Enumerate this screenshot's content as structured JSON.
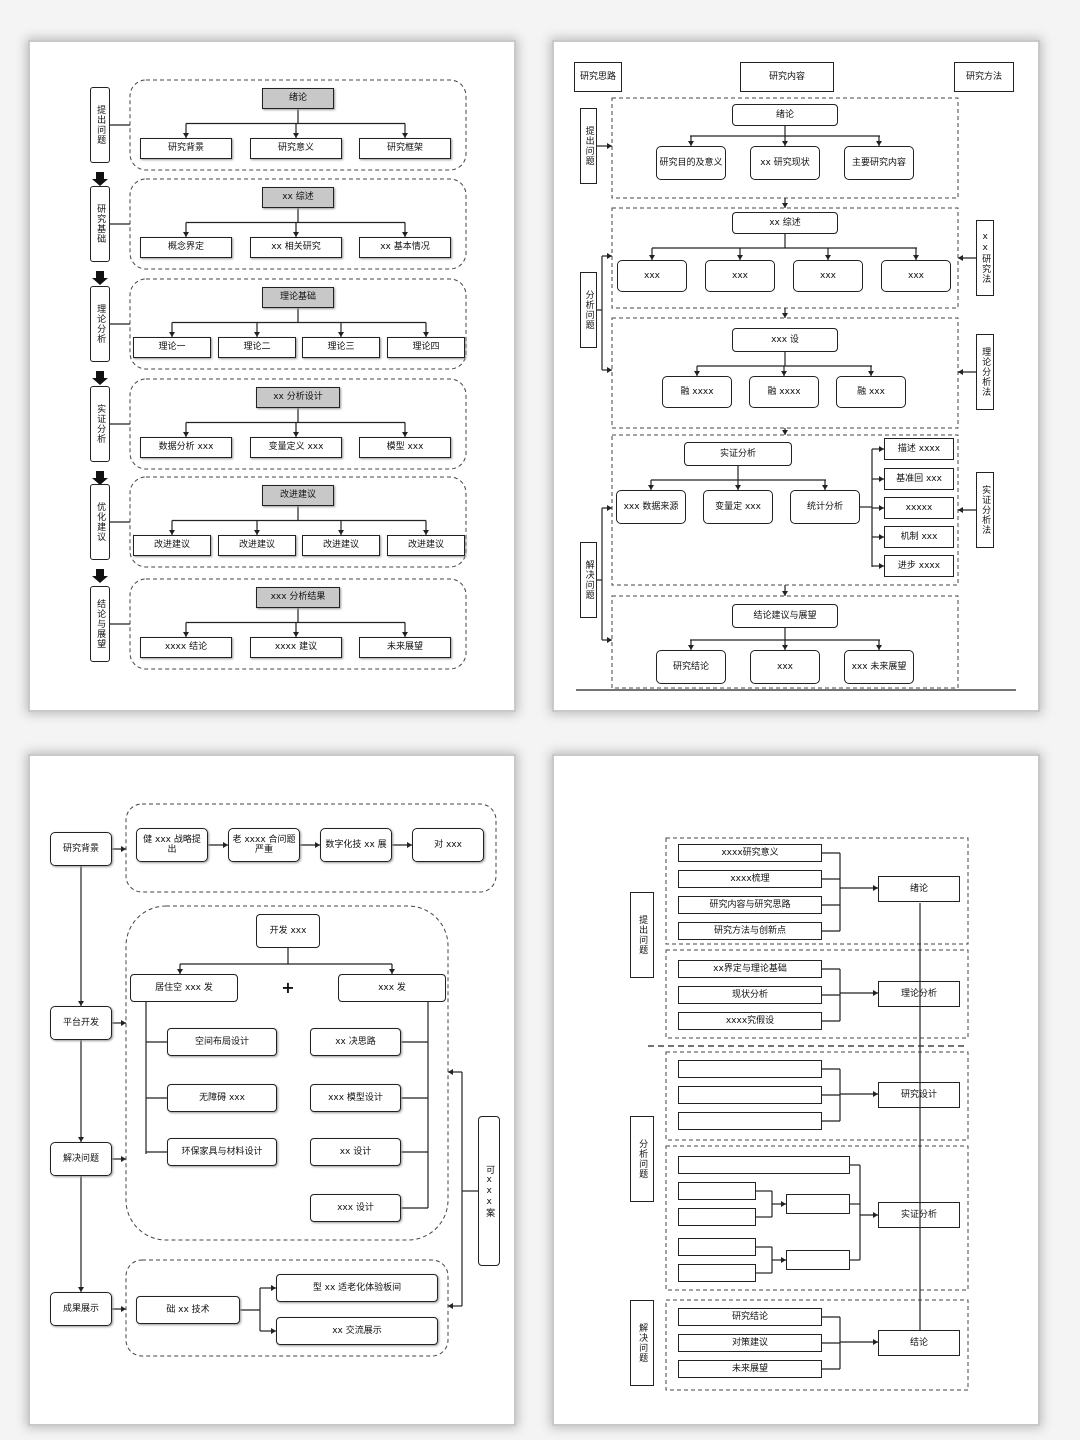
{
  "panel1": {
    "stages": [
      "提出问题",
      "研究基础",
      "理论分析",
      "实证分析",
      "优化建议",
      "结论与展望"
    ],
    "sections": [
      {
        "title": "绪论",
        "items": [
          "研究背景",
          "研究意义",
          "研究框架"
        ]
      },
      {
        "title": "xx 综述",
        "items": [
          "概念界定",
          "xx 相关研究",
          "xx 基本情况"
        ]
      },
      {
        "title": "理论基础",
        "items": [
          "理论一",
          "理论二",
          "理论三",
          "理论四"
        ]
      },
      {
        "title": "xx 分析设计",
        "items": [
          "数据分析 xxx",
          "变量定义 xxx",
          "模型 xxx"
        ]
      },
      {
        "title": "改进建议",
        "items": [
          "改进建议",
          "改进建议",
          "改进建议",
          "改进建议"
        ]
      },
      {
        "title": "xxx 分析结果",
        "items": [
          "xxxx 结论",
          "xxxx 建议",
          "未来展望"
        ]
      }
    ]
  },
  "panel2": {
    "headers": [
      "研究思路",
      "研究内容",
      "研究方法"
    ],
    "left_labels": [
      "提出问题",
      "分析问题",
      "解决问题"
    ],
    "right_labels": [
      "xx研究法",
      "理论分析法",
      "实证分析法"
    ],
    "sections": [
      {
        "title": "绪论",
        "items": [
          "研究目的及意义",
          "xx 研究现状",
          "主要研究内容"
        ]
      },
      {
        "title": "xx 综述",
        "items": [
          "xxx",
          "xxx",
          "xxx",
          "xxx"
        ]
      },
      {
        "title": "xxx 设",
        "items": [
          "融 xxxx",
          "融 xxxx",
          "融 xxx"
        ]
      },
      {
        "title": "实证分析",
        "items": [
          "xxx 数据来源",
          "变量定 xxx",
          "统计分析"
        ]
      },
      {
        "title": "结论建议与展望",
        "items": [
          "研究结论",
          "xxx",
          "xxx 未来展望"
        ]
      }
    ],
    "sub_items": [
      "描述 xxxx",
      "基准回 xxx",
      "xxxxx",
      "机制 xxx",
      "进步 xxxx"
    ]
  },
  "panel3": {
    "stages": [
      "研究背景",
      "平台开发",
      "解决问题",
      "成果展示"
    ],
    "background_chain": [
      "健 xxx 战略提出",
      "老 xxxx 合问题严重",
      "数字化技 xx 展",
      "对 xxx"
    ],
    "dev_title": "开发 xxx",
    "plus": "+",
    "left_branch": "居住空 xxx 发",
    "right_branch": "xxx 发",
    "left_items": [
      "空间布局设计",
      "无障碍 xxx",
      "环保家具与材料设计"
    ],
    "right_items": [
      "xx 决思路",
      "xxx 模型设计",
      "xx 设计",
      "xxx 设计"
    ],
    "side_label": "可xxx案",
    "tech_box": "础 xx 技术",
    "outputs": [
      "型 xx 适老化体验板间",
      "xx 交流展示"
    ]
  },
  "panel4": {
    "left_labels": [
      "提出问题",
      "分析问题",
      "解决问题"
    ],
    "group1_items": [
      "xxxx研究意义",
      "xxxx梳理",
      "研究内容与研究思路",
      "研究方法与创新点"
    ],
    "group1_result": "绪论",
    "group2_items": [
      "xx界定与理论基础",
      "现状分析",
      "xxxx究假设"
    ],
    "group2_result": "理论分析",
    "group3_result": "研究设计",
    "group4_result": "实证分析",
    "group5_items": [
      "研究结论",
      "对策建议",
      "未来展望"
    ],
    "group5_result": "结论"
  }
}
